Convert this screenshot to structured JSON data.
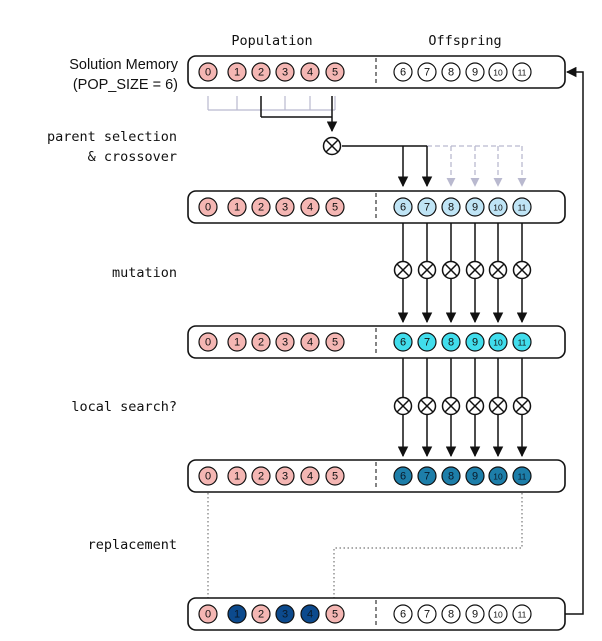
{
  "headers": {
    "population": "Population",
    "offspring": "Offspring"
  },
  "steps": {
    "memory_line1": "Solution Memory",
    "memory_line2": "(POP_SIZE = 6)",
    "parent_selection_line1": "parent selection",
    "parent_selection_line2": "& crossover",
    "mutation": "mutation",
    "local_search": "local search?",
    "replacement": "replacement"
  },
  "colors": {
    "pop": "#f4b6b3",
    "crossover": "#bfe4f5",
    "mutated": "#41ddec",
    "local": "#1d7ea9",
    "replaced": "#0c4a8d",
    "outline": "#111111",
    "ghost": "#b9b9cf"
  },
  "rows": [
    {
      "name": "row-solution-memory",
      "population": [
        "0",
        "1",
        "2",
        "3",
        "4",
        "5"
      ],
      "pop_states": [
        "p",
        "p",
        "p",
        "p",
        "p",
        "p"
      ],
      "offspring": [
        "6",
        "7",
        "8",
        "9",
        "10",
        "11"
      ],
      "off_state": "empty"
    },
    {
      "name": "row-after-crossover",
      "population": [
        "0",
        "1",
        "2",
        "3",
        "4",
        "5"
      ],
      "pop_states": [
        "p",
        "p",
        "p",
        "p",
        "p",
        "p"
      ],
      "offspring": [
        "6",
        "7",
        "8",
        "9",
        "10",
        "11"
      ],
      "off_state": "crossover"
    },
    {
      "name": "row-after-mutation",
      "population": [
        "0",
        "1",
        "2",
        "3",
        "4",
        "5"
      ],
      "pop_states": [
        "p",
        "p",
        "p",
        "p",
        "p",
        "p"
      ],
      "offspring": [
        "6",
        "7",
        "8",
        "9",
        "10",
        "11"
      ],
      "off_state": "mutated"
    },
    {
      "name": "row-after-local-search",
      "population": [
        "0",
        "1",
        "2",
        "3",
        "4",
        "5"
      ],
      "pop_states": [
        "p",
        "p",
        "p",
        "p",
        "p",
        "p"
      ],
      "offspring": [
        "6",
        "7",
        "8",
        "9",
        "10",
        "11"
      ],
      "off_state": "local"
    },
    {
      "name": "row-after-replacement",
      "population": [
        "0",
        "1",
        "2",
        "3",
        "4",
        "5"
      ],
      "pop_states": [
        "p",
        "r",
        "p",
        "r",
        "r",
        "p"
      ],
      "offspring": [
        "6",
        "7",
        "8",
        "9",
        "10",
        "11"
      ],
      "off_state": "empty"
    }
  ]
}
